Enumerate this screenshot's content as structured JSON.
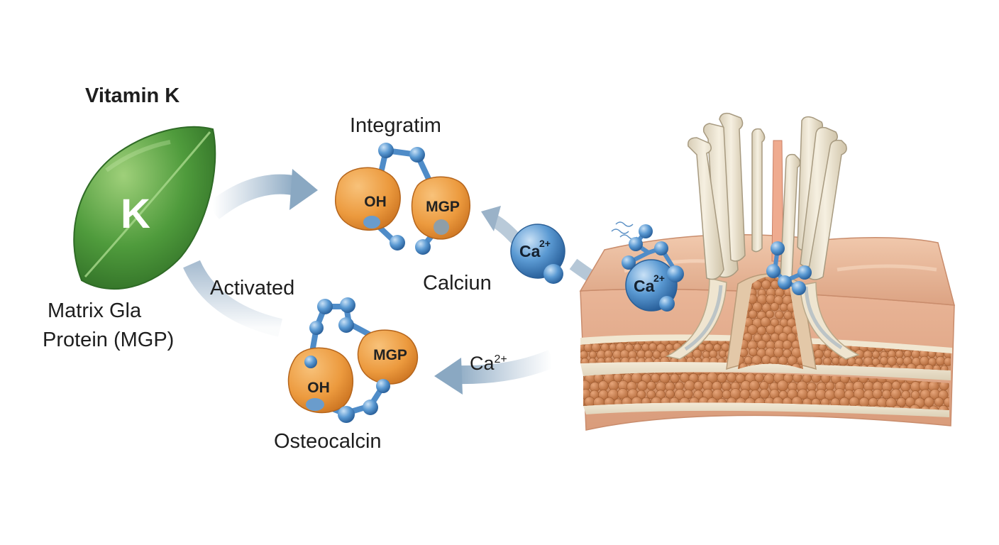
{
  "labels": {
    "vitamin_k": "Vitamin K",
    "k_letter": "K",
    "mgp_line1": "Matrix Gla",
    "mgp_line2": "Protein (MGP)",
    "activated": "Activated",
    "integratim": "Integratim",
    "calciun": "Calciun",
    "osteocalcin": "Osteocalcin"
  },
  "molecule_top": {
    "left": "OH",
    "right": "MGP"
  },
  "molecule_bottom": {
    "left": "OH",
    "right": "MGP"
  },
  "ion": {
    "symbol": "Ca",
    "charge": "2+"
  },
  "colors": {
    "leaf": "#4f9b3c",
    "protein": "#ec9a3e",
    "ion": "#3d7fc0",
    "arrow": "#9fb6cc",
    "tissue": "#e7b99c",
    "bone": "#eee5d2",
    "cells": "#c47a47"
  }
}
